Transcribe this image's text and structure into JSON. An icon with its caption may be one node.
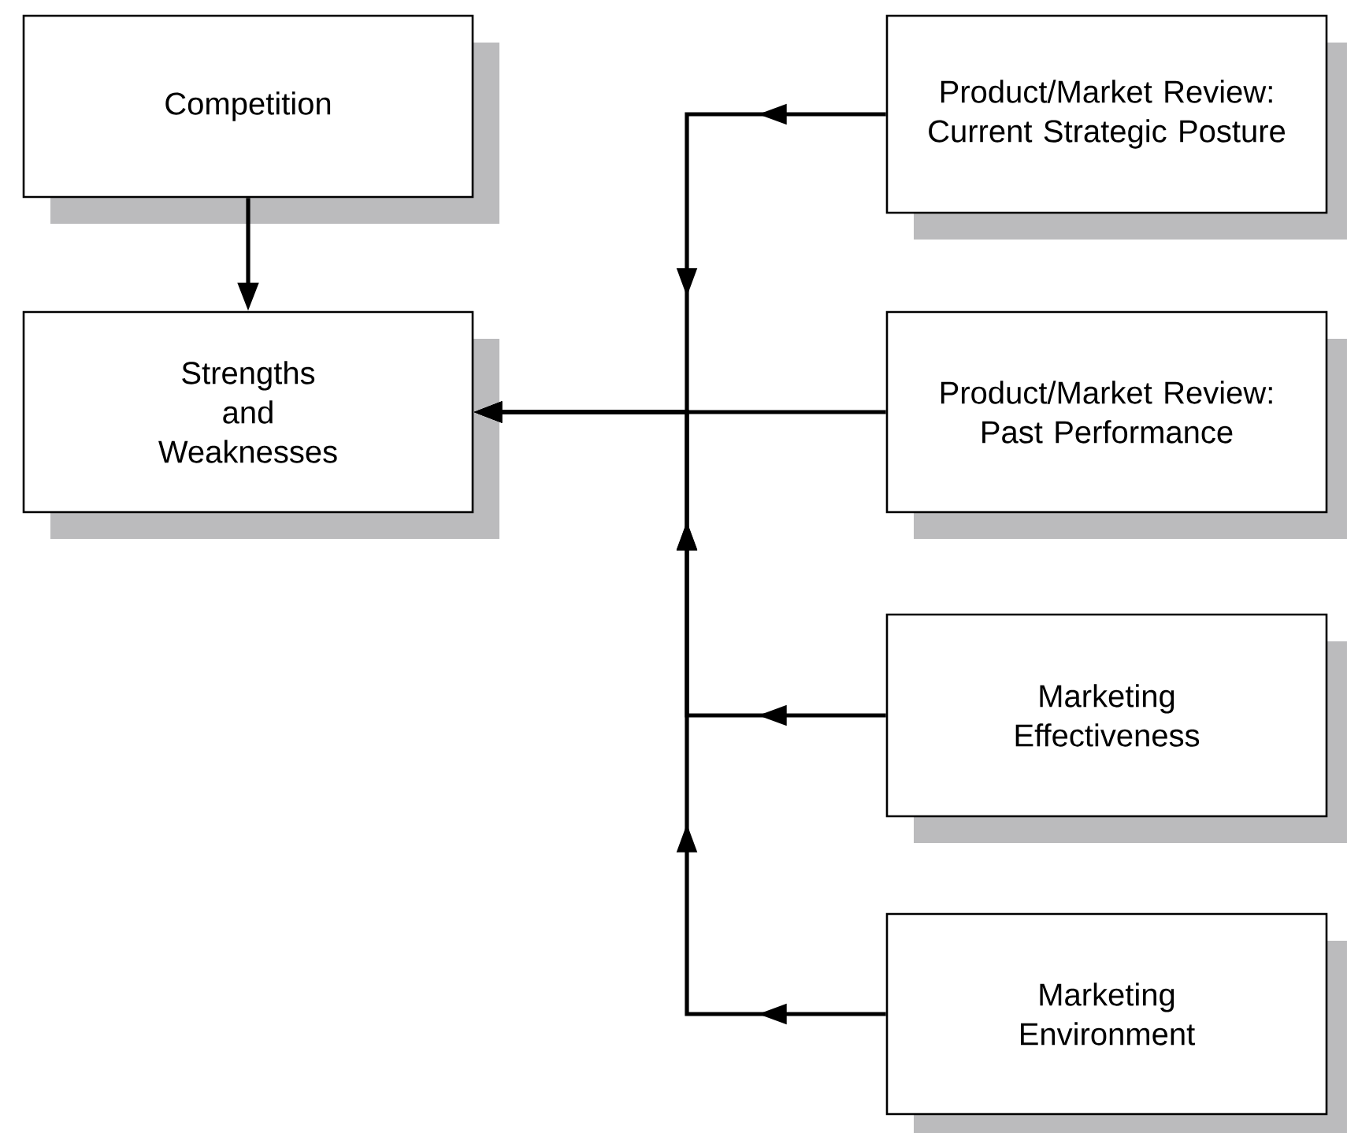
{
  "diagram": {
    "nodes": [
      {
        "text": [
          "Competition"
        ]
      },
      {
        "text": [
          "Strengths and Weaknesses"
        ]
      },
      {
        "text": [
          "Product/Market Review: Current Strategic Posture"
        ]
      },
      {
        "text": [
          "Product/Market Review: Past Performance"
        ]
      },
      {
        "text": [
          "Marketing Effectiveness"
        ]
      },
      {
        "text": [
          "Marketing Environment"
        ]
      }
    ],
    "edges": [
      {
        "from": 0,
        "to": 1,
        "arrow": "to"
      },
      {
        "from": 2,
        "to": 1,
        "arrow": "to"
      },
      {
        "from": 3,
        "to": 1,
        "arrow": "to"
      },
      {
        "from": 4,
        "to": 1,
        "arrow": "to"
      },
      {
        "from": 5,
        "to": 1,
        "arrow": "to"
      }
    ]
  }
}
